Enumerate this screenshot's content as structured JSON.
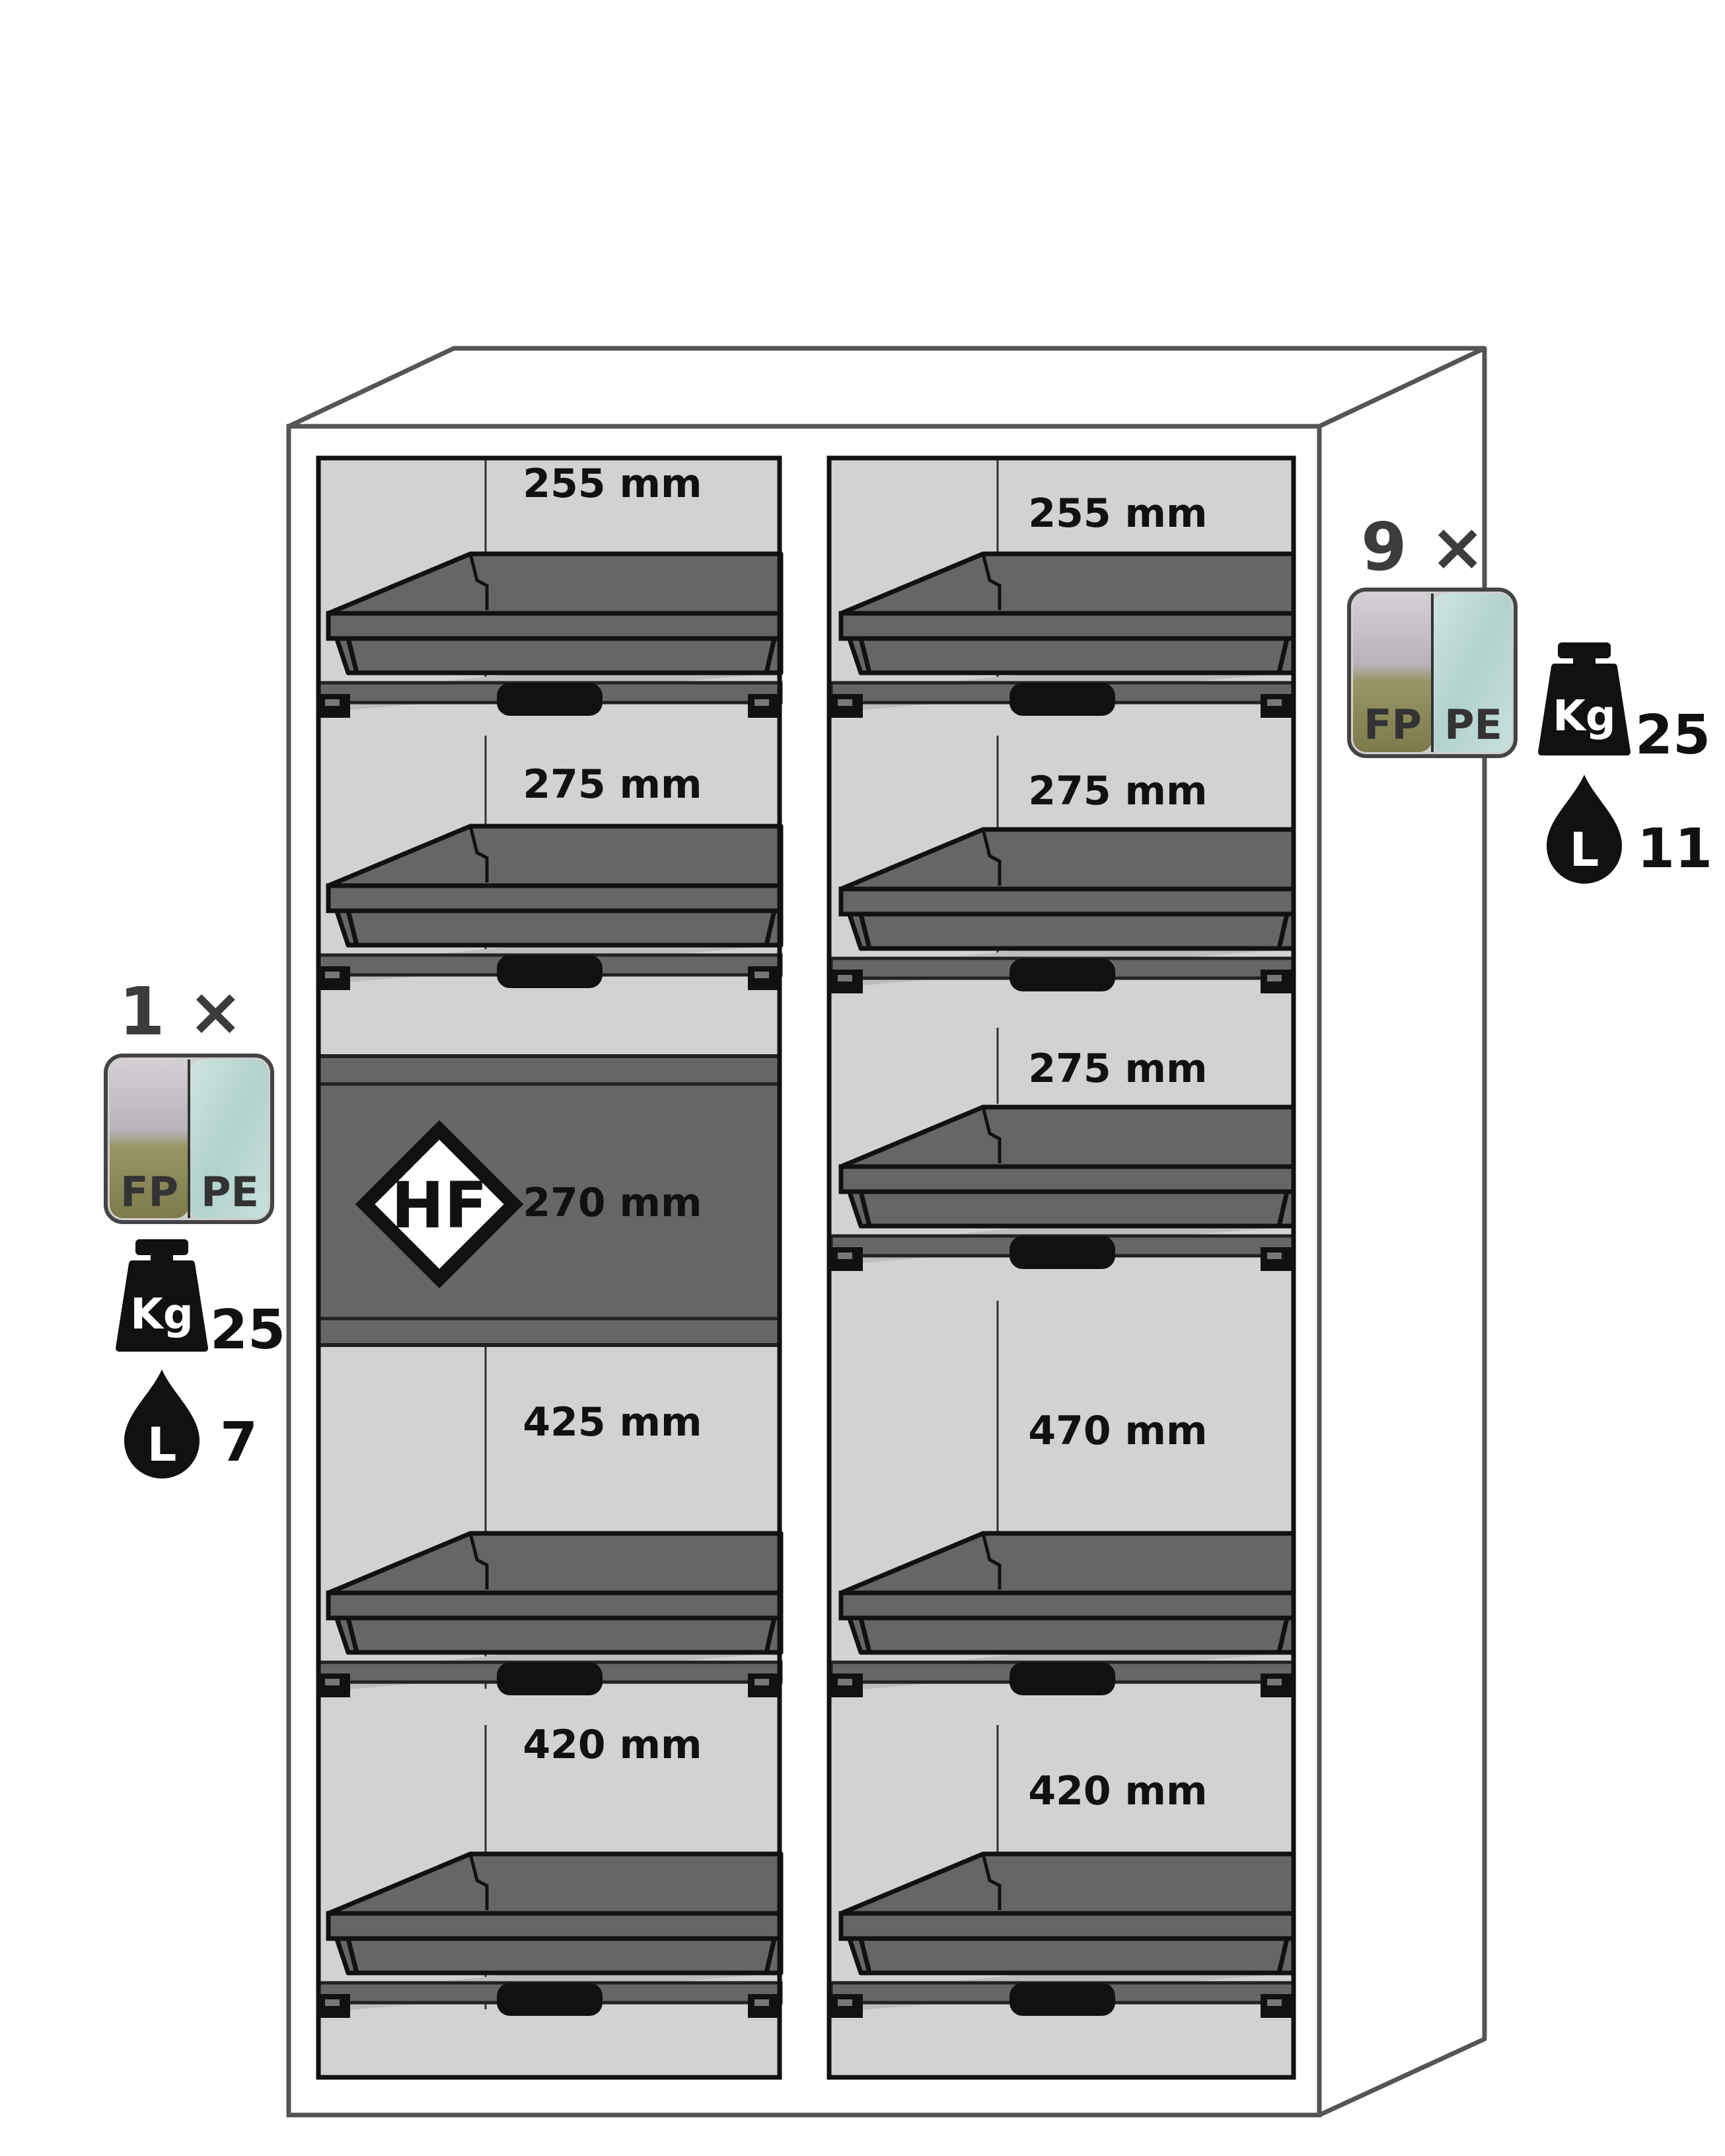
{
  "left_door": {
    "compartments": [
      "255 mm",
      "275 mm",
      "270 mm",
      "425 mm",
      "420 mm"
    ],
    "hf_label": "HF"
  },
  "right_door": {
    "compartments": [
      "255 mm",
      "275 mm",
      "275 mm",
      "470 mm",
      "420 mm"
    ]
  },
  "left_spec": {
    "count": "1 ×",
    "badge_fp": "FP",
    "badge_pe": "PE",
    "kg_icon_text": "Kg",
    "kg_value": "25",
    "l_icon_text": "L",
    "l_value": "7"
  },
  "right_spec": {
    "count": "9 ×",
    "badge_fp": "FP",
    "badge_pe": "PE",
    "kg_icon_text": "Kg",
    "kg_value": "25",
    "l_icon_text": "L",
    "l_value": "11"
  },
  "colors": {
    "cabinet_outline": "#555555",
    "interior": "#d2d2d2",
    "tray": "#666666",
    "dark": "#111111"
  }
}
